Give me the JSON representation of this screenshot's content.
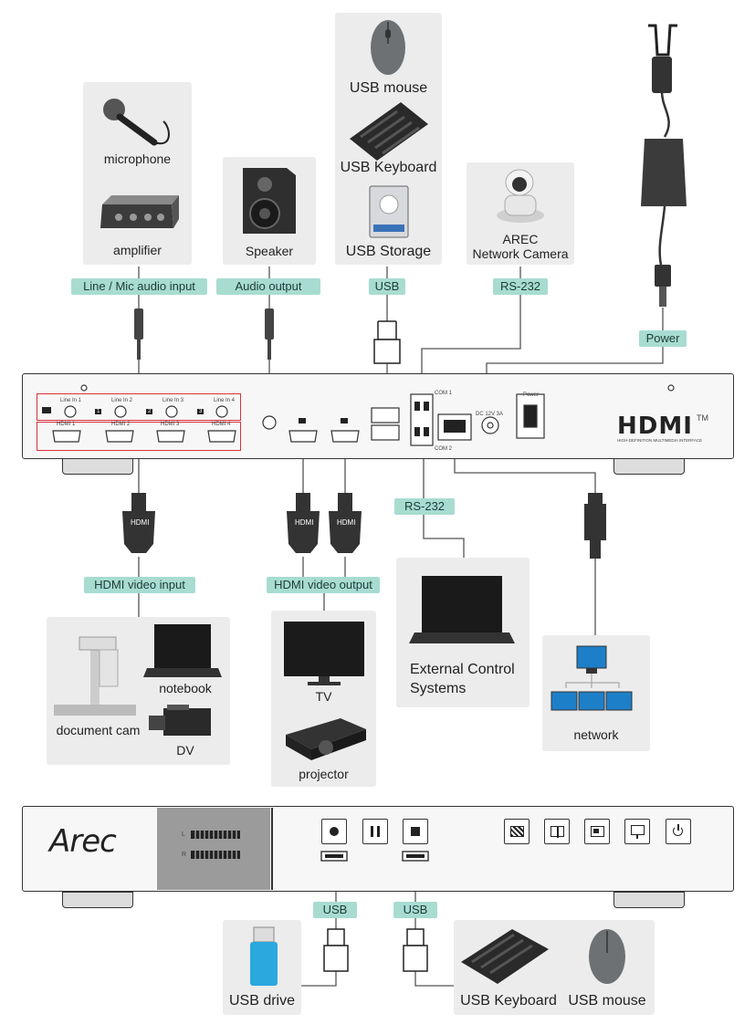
{
  "devices": {
    "microphone": "microphone",
    "amplifier": "amplifier",
    "speaker": "Speaker",
    "usb_mouse_top": "USB mouse",
    "usb_keyboard_top": "USB Keyboard",
    "usb_storage": "USB Storage",
    "arec_camera_line1": "AREC",
    "arec_camera_line2": "Network Camera",
    "notebook": "notebook",
    "document_cam": "document cam",
    "dv": "DV",
    "tv": "TV",
    "projector": "projector",
    "external_control_line1": "External Control",
    "external_control_line2": "Systems",
    "network": "network",
    "usb_drive": "USB drive",
    "usb_keyboard_bottom": "USB Keyboard",
    "usb_mouse_bottom": "USB mouse"
  },
  "tags": {
    "line_mic": "Line / Mic audio input",
    "audio_output": "Audio output",
    "usb_top": "USB",
    "rs232_top": "RS-232",
    "power": "Power",
    "rs232_bottom": "RS-232",
    "hdmi_input": "HDMI video input",
    "hdmi_output": "HDMI video output",
    "usb_bottom_left": "USB",
    "usb_bottom_right": "USB"
  },
  "rear_panel": {
    "line_in": [
      "Line In 1",
      "Line In 2",
      "Line In 3",
      "Line In 4"
    ],
    "hdmi_in": [
      "HDMI 1",
      "HDMI 2",
      "HDMI 3",
      "HDMI 4"
    ],
    "channel_badges": [
      "1",
      "2",
      "3"
    ],
    "com1": "COM 1",
    "com2": "COM 2",
    "dc": "DC 12V 3A",
    "power_switch": "Power",
    "hdmi_logo": "HDMI",
    "hdmi_tm": "TM",
    "hdmi_tagline": "HIGH-DEFINITION MULTIMEDIA INTERFACE",
    "cable_hdmi": "HDMI"
  },
  "front_panel": {
    "brand": "Arec",
    "meter_l": "L",
    "meter_r": "R"
  }
}
